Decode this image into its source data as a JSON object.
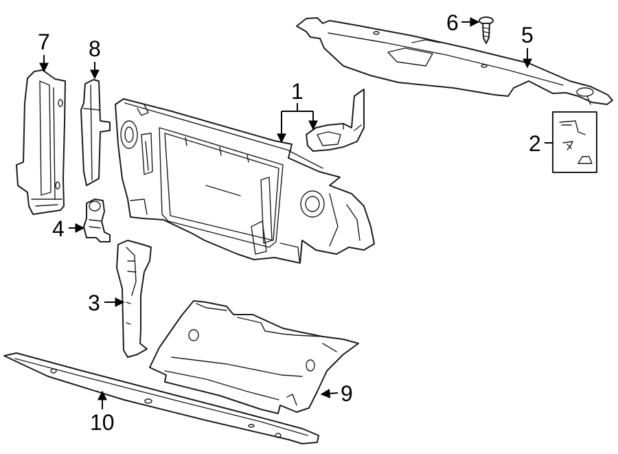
{
  "callouts": {
    "c1": "1",
    "c2": "2",
    "c3": "3",
    "c4": "4",
    "c5": "5",
    "c6": "6",
    "c7": "7",
    "c8": "8",
    "c9": "9",
    "c10": "10"
  },
  "colors": {
    "line": "#1a1a1a",
    "background": "#ffffff"
  }
}
